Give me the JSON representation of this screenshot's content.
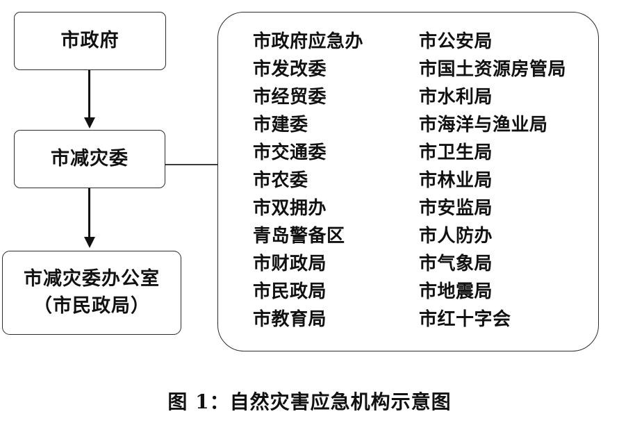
{
  "figure": {
    "caption": "图 1：自然灾害应急机构示意图",
    "caption_label": "图 1：",
    "caption_title": "自然灾害应急机构示意图"
  },
  "nodes": {
    "city_government": {
      "label": "市政府"
    },
    "disaster_reduction_committee": {
      "label": "市减灾委"
    },
    "disaster_reduction_office": {
      "line1": "市减灾委办公室",
      "line2": "（市民政局）"
    }
  },
  "member_panel": {
    "left_column": [
      "市政府应急办",
      "市发改委",
      "市经贸委",
      "市建委",
      "市交通委",
      "市农委",
      "市双拥办",
      "青岛警备区",
      "市财政局",
      "市民政局",
      "市教育局"
    ],
    "right_column": [
      "市公安局",
      "市国土资源房管局",
      "市水利局",
      "市海洋与渔业局",
      "市卫生局",
      "市林业局",
      "市安监局",
      "市人防办",
      "市气象局",
      "市地震局",
      "市红十字会"
    ]
  },
  "colors": {
    "stroke": "#2b2b2b",
    "text": "#111111",
    "background": "#ffffff"
  }
}
